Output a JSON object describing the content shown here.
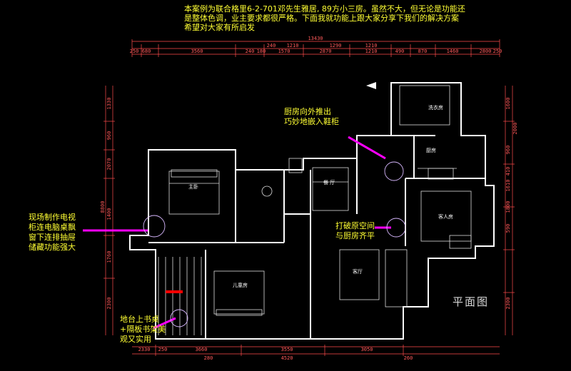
{
  "header": {
    "lines": [
      "本案例为联合格里6-2-701邓先生雅居, 89方小三房。虽然不大，但无论是功能还",
      "是整体色调，业主要求都很严格。下面我就功能上跟大家分享下我们的解决方案",
      "希望对大家有所启发"
    ]
  },
  "annotations": {
    "kitchen": [
      "厨房向外推出",
      "巧妙地嵌入鞋柜"
    ],
    "tv": [
      "现场制作电视",
      "柜连电脑桌飘",
      "窗下连排抽屉",
      "储藏功能强大"
    ],
    "wall": [
      "打破原空间",
      "与厨房齐平"
    ],
    "study": [
      "地台上书桌",
      "+隔板书架美",
      "观又实用"
    ]
  },
  "plan_title": "平面图",
  "rooms": {
    "master": "主卧",
    "dining": "餐 厅",
    "living": "客厅",
    "child": "儿童房",
    "guest": "客人房",
    "kitchen": "厨房",
    "laundry": "洗衣房"
  },
  "dims": {
    "top_total": "13430",
    "top1": [
      "250",
      "680",
      "3560",
      "240",
      "180",
      "1570",
      "2870",
      "1210",
      "490",
      "870",
      "1460",
      "2800",
      "250"
    ],
    "top2": [
      "240",
      "1210",
      "1290",
      "1210"
    ],
    "bottom": [
      "2330",
      "250",
      "3660",
      "3550",
      "3050"
    ],
    "bottom2": [
      "280",
      "4520",
      "260"
    ],
    "left": [
      "1330",
      "960",
      "2070",
      "8800",
      "1400",
      "1760",
      "2300"
    ],
    "right": [
      "1600",
      "2000",
      "960",
      "410",
      "1610",
      "590",
      "1800",
      "2300"
    ]
  },
  "colors": {
    "wall": "#ffffff",
    "dim": "#ff4d4d",
    "text": "#ffff33",
    "arrow": "#ff00ff"
  }
}
